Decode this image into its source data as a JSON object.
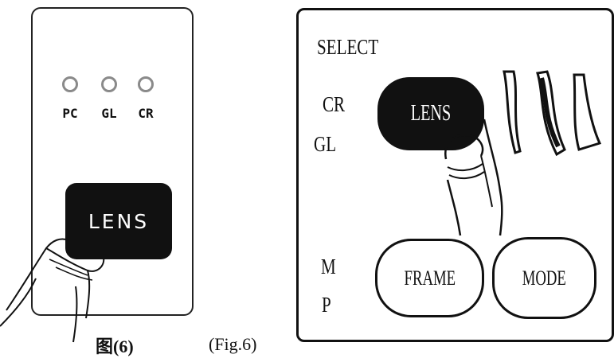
{
  "left_device": {
    "indicators": [
      {
        "label": "PC"
      },
      {
        "label": "GL"
      },
      {
        "label": "CR"
      }
    ],
    "lens_button_label": "LENS"
  },
  "right_sketch": {
    "select_label": "SELECT",
    "cr_label": "CR",
    "gl_label": "GL",
    "m_label": "M",
    "p_label": "P",
    "lens_button_label": "LENS",
    "frame_button_label": "FRAME",
    "mode_button_label": "MODE"
  },
  "captions": {
    "chinese": "图(6)",
    "english": "(Fig.6)"
  }
}
